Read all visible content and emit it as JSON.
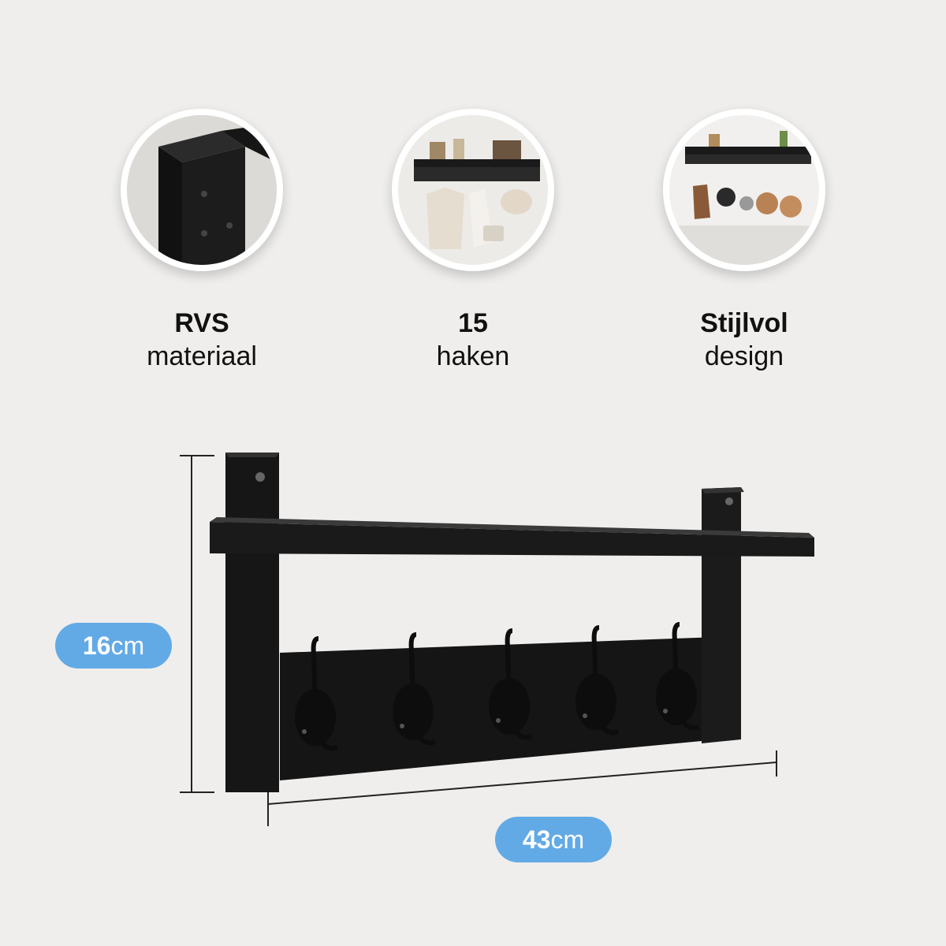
{
  "features": [
    {
      "title": "RVS",
      "subtitle": "materiaal",
      "icon": "bracket-closeup-photo"
    },
    {
      "title": "15",
      "subtitle": "haken",
      "icon": "clothes-rack-photo"
    },
    {
      "title": "Stijlvol",
      "subtitle": "design",
      "icon": "kitchen-rack-photo"
    }
  ],
  "dimensions": {
    "height": {
      "value": "16",
      "unit": "cm"
    },
    "width": {
      "value": "43",
      "unit": "cm"
    }
  },
  "colors": {
    "background": "#efeeec",
    "accent": "#62aae6",
    "product": "#111111"
  }
}
